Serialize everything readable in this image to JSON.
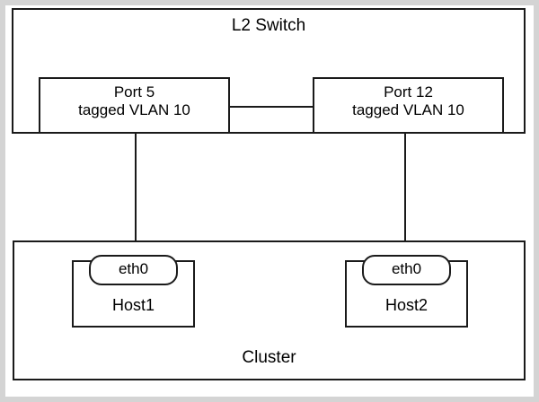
{
  "diagram": {
    "type": "network-topology",
    "title": "L2 Switch to Cluster VLAN trunk diagram",
    "colors": {
      "stroke": "#1a1a1a",
      "fill": "#ffffff",
      "page_border": "#d4d4d4"
    },
    "switch": {
      "label": "L2 Switch",
      "ports": [
        {
          "name": "port-5",
          "line1": "Port 5",
          "line2": "tagged VLAN 10",
          "text": "Port 5\ntagged VLAN 10"
        },
        {
          "name": "port-12",
          "line1": "Port 12",
          "line2": "tagged VLAN 10",
          "text": "Port 12\ntagged VLAN 10"
        }
      ]
    },
    "cluster": {
      "label": "Cluster",
      "hosts": [
        {
          "name": "host1",
          "label": "Host1",
          "interface": "eth0"
        },
        {
          "name": "host2",
          "label": "Host2",
          "interface": "eth0"
        }
      ]
    },
    "links": [
      {
        "name": "port5-to-host1-eth0",
        "from": "Port 5",
        "to": "Host1 eth0"
      },
      {
        "name": "port12-to-host2-eth0",
        "from": "Port 12",
        "to": "Host2 eth0"
      },
      {
        "name": "port5-to-port12-trunk",
        "from": "Port 5",
        "to": "Port 12"
      }
    ]
  }
}
